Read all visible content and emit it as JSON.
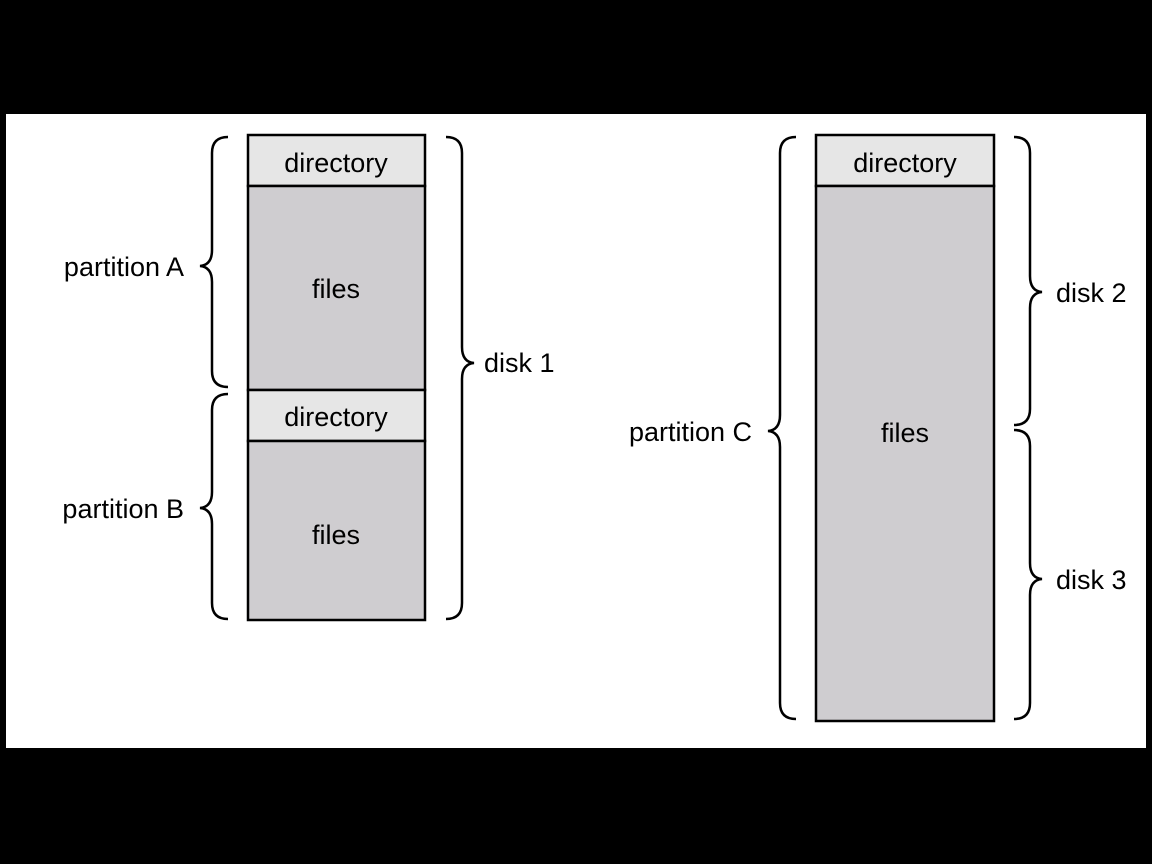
{
  "colors": {
    "background": "#000000",
    "panel": "#ffffff",
    "directory_fill": "#e6e6e6",
    "files_fill": "#cfcdd0",
    "stroke": "#000000"
  },
  "left": {
    "directory_a": "directory",
    "files_a": "files",
    "directory_b": "directory",
    "files_b": "files",
    "partition_a": "partition A",
    "partition_b": "partition B",
    "disk_1": "disk 1"
  },
  "right": {
    "directory_c": "directory",
    "files_c": "files",
    "partition_c": "partition C",
    "disk_2": "disk 2",
    "disk_3": "disk 3"
  }
}
